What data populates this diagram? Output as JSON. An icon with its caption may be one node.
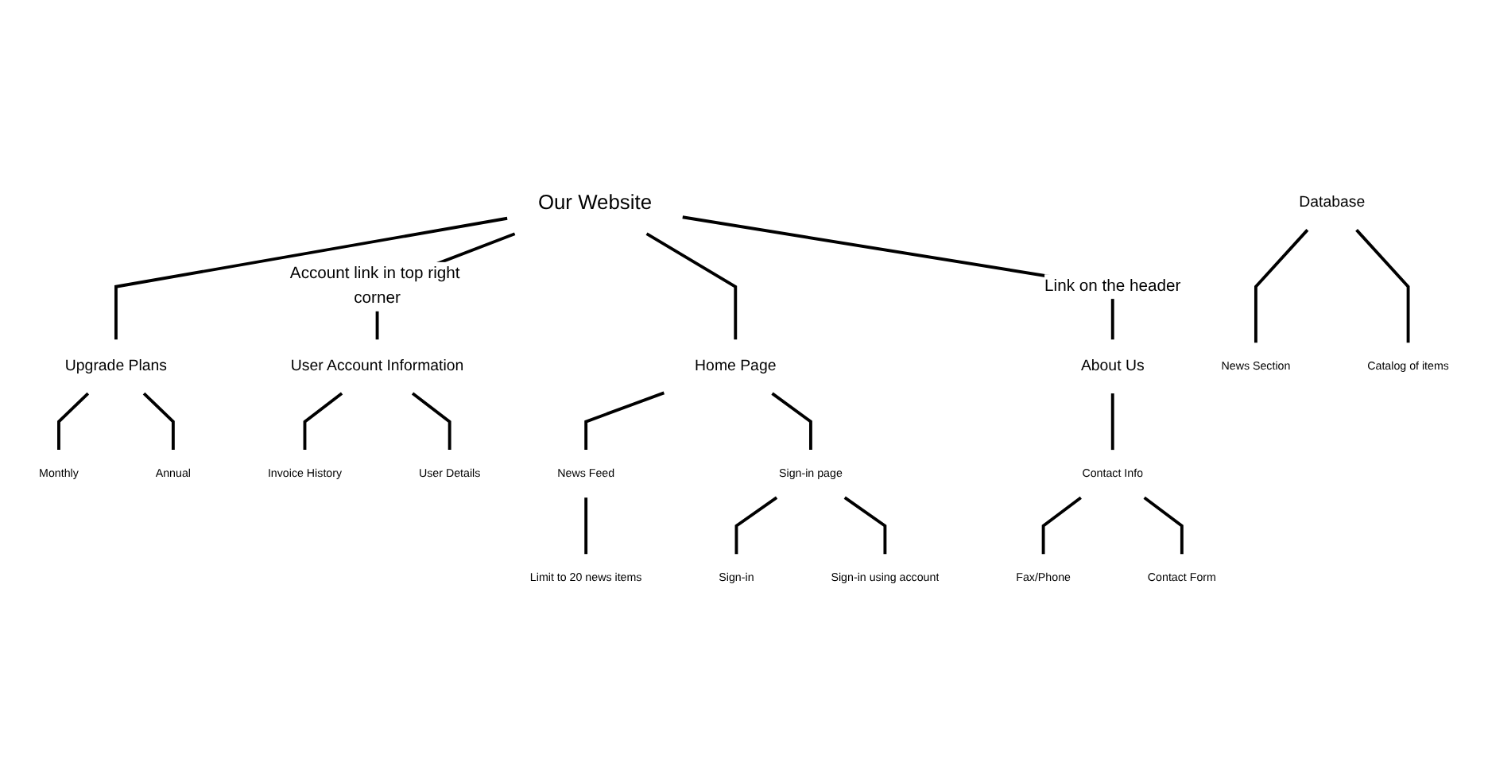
{
  "diagram": {
    "nodes": [
      {
        "text": [
          "Our Website"
        ]
      },
      {
        "text": [
          "Upgrade Plans"
        ]
      },
      {
        "text": [
          "Monthly"
        ]
      },
      {
        "text": [
          "Annual"
        ]
      },
      {
        "text": [
          "User Account Information"
        ]
      },
      {
        "text": [
          "Invoice History"
        ]
      },
      {
        "text": [
          "User Details"
        ]
      },
      {
        "text": [
          "Database"
        ]
      },
      {
        "text": [
          "News Section"
        ]
      },
      {
        "text": [
          "Catalog of items"
        ]
      },
      {
        "text": [
          "Home Page"
        ]
      },
      {
        "text": [
          "News Feed"
        ]
      },
      {
        "text": [
          "Limit to 20 news items"
        ]
      },
      {
        "text": [
          "Sign-in page"
        ]
      },
      {
        "text": [
          "Sign-in"
        ]
      },
      {
        "text": [
          "Sign-in using account"
        ]
      },
      {
        "text": [
          "About Us"
        ]
      },
      {
        "text": [
          "Contact Info"
        ]
      },
      {
        "text": [
          "Fax/Phone"
        ]
      },
      {
        "text": [
          "Contact Form"
        ]
      }
    ],
    "edges": [
      {
        "from": 0,
        "to": 1,
        "arrow": "none"
      },
      {
        "from": 1,
        "to": 2,
        "arrow": "none"
      },
      {
        "from": 1,
        "to": 3,
        "arrow": "none"
      },
      {
        "from": 0,
        "to": 4,
        "arrow": "none",
        "label": "Account link in top right corner"
      },
      {
        "from": 4,
        "to": 5,
        "arrow": "none"
      },
      {
        "from": 4,
        "to": 6,
        "arrow": "none"
      },
      {
        "from": 7,
        "to": 8,
        "arrow": "none"
      },
      {
        "from": 7,
        "to": 9,
        "arrow": "none"
      },
      {
        "from": 0,
        "to": 10,
        "arrow": "none"
      },
      {
        "from": 10,
        "to": 11,
        "arrow": "none"
      },
      {
        "from": 10,
        "to": 13,
        "arrow": "none"
      },
      {
        "from": 11,
        "to": 12,
        "arrow": "none"
      },
      {
        "from": 13,
        "to": 14,
        "arrow": "none"
      },
      {
        "from": 13,
        "to": 15,
        "arrow": "none"
      },
      {
        "from": 0,
        "to": 16,
        "arrow": "none",
        "label": "Link on the header"
      },
      {
        "from": 16,
        "to": 17,
        "arrow": "none"
      },
      {
        "from": 17,
        "to": 18,
        "arrow": "none"
      },
      {
        "from": 17,
        "to": 19,
        "arrow": "none"
      }
    ]
  }
}
